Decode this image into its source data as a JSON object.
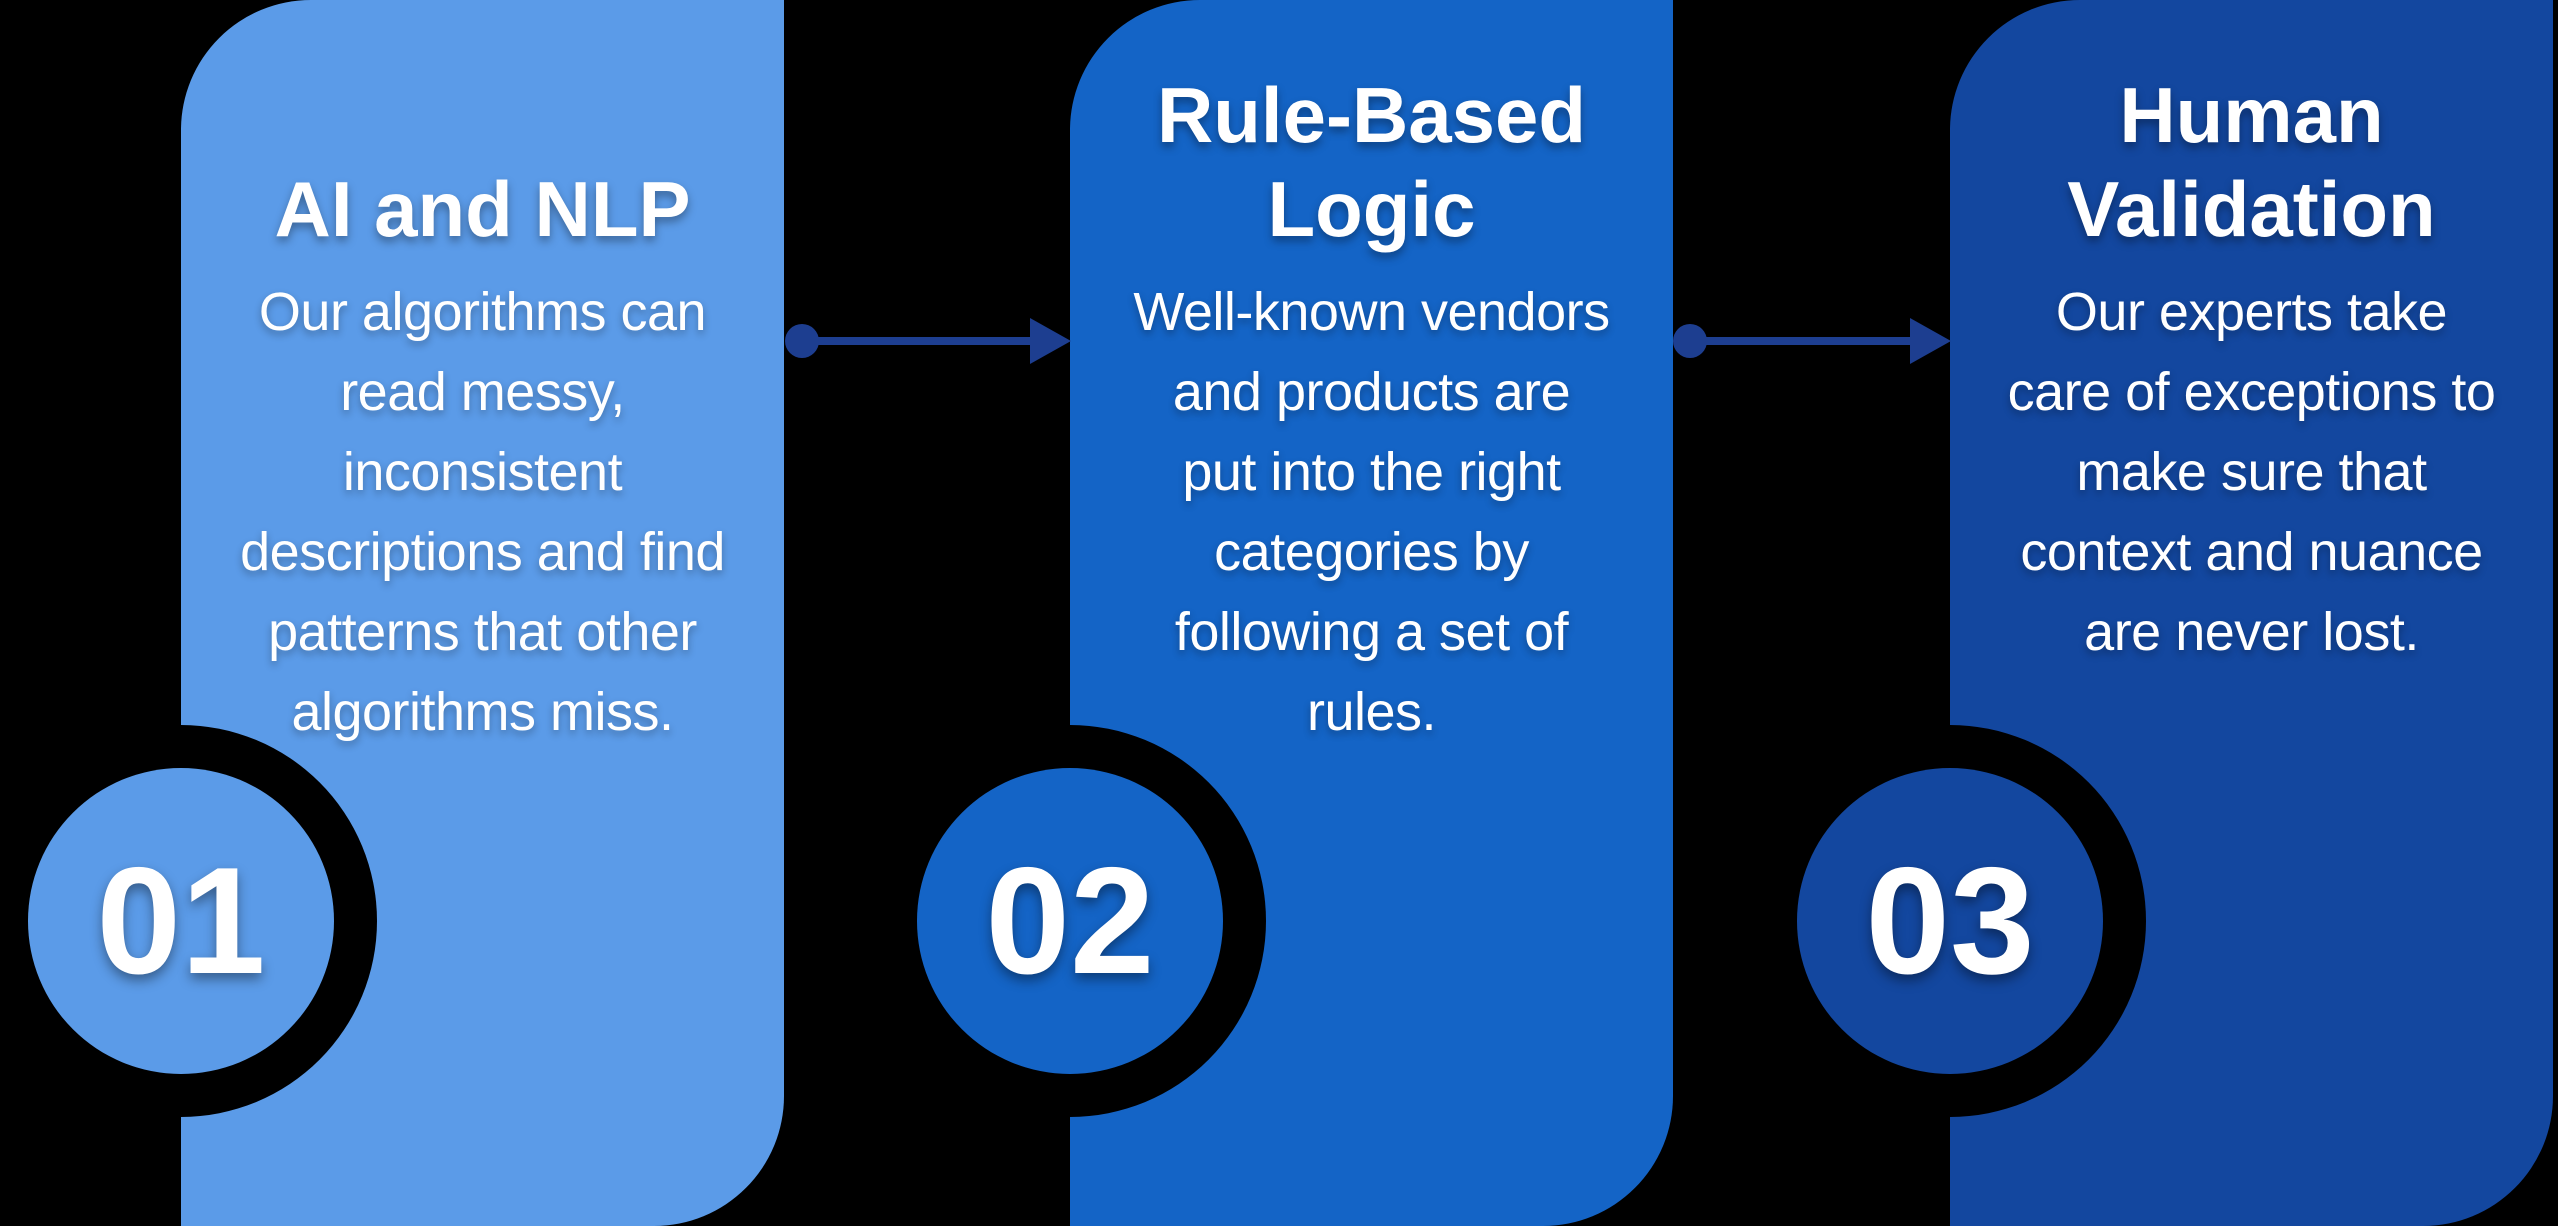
{
  "canvas": {
    "background": "#000000",
    "text_color": "#FFFFFF"
  },
  "connector_color": "#1D3E90",
  "steps": [
    {
      "number": "01",
      "title": "AI and NLP",
      "description": "Our algorithms can\nread messy,\ninconsistent\ndescriptions and find\npatterns that other\nalgorithms miss.",
      "color": "#5B9BE8"
    },
    {
      "number": "02",
      "title": "Rule-Based\nLogic",
      "description": "Well-known vendors\nand products are\nput into the right\ncategories by\nfollowing a set of\nrules.",
      "color": "#1464C6"
    },
    {
      "number": "03",
      "title": "Human\nValidation",
      "description": "Our experts take\ncare of exceptions to\nmake sure that\ncontext and nuance\nare never lost.",
      "color": "#13479F"
    }
  ]
}
